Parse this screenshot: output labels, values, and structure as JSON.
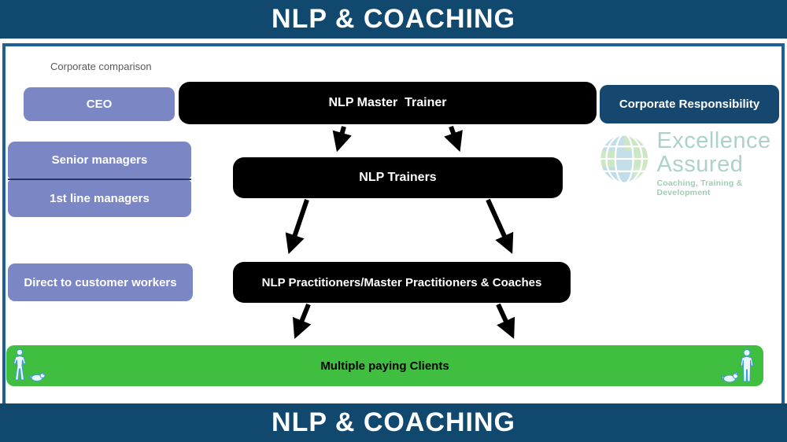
{
  "banner": {
    "top_title": "NLP & COACHING",
    "bottom_title": "NLP & COACHING"
  },
  "left_column": {
    "heading": "Corporate comparison",
    "ceo": "CEO",
    "senior_managers": "Senior managers",
    "first_line_managers": "1st line managers",
    "direct_workers": "Direct to customer workers"
  },
  "hierarchy": {
    "level1": "NLP Master  Trainer",
    "level2": "NLP Trainers",
    "level3": "NLP Practitioners/Master Practitioners & Coaches",
    "base": "Multiple paying Clients"
  },
  "right_column": {
    "button": "Corporate Responsibility",
    "logo": {
      "line1": "Excellence",
      "line2": "Assured",
      "tagline": "Coaching, Training & Development",
      "globe_icon": "globe-icon"
    }
  },
  "colors": {
    "banner_navy": "#11486E",
    "frame_border_blue": "#1D6093",
    "purple_box": "#7B87C5",
    "manager_divider_navy": "#203864",
    "black_box": "#000000",
    "navy_button": "#16476F",
    "green_bar": "#3FBE3F",
    "logo_text": "#ABD2CB",
    "logo_tagline": "#9CCFB2",
    "figure_blue": "#3E9CD6"
  }
}
